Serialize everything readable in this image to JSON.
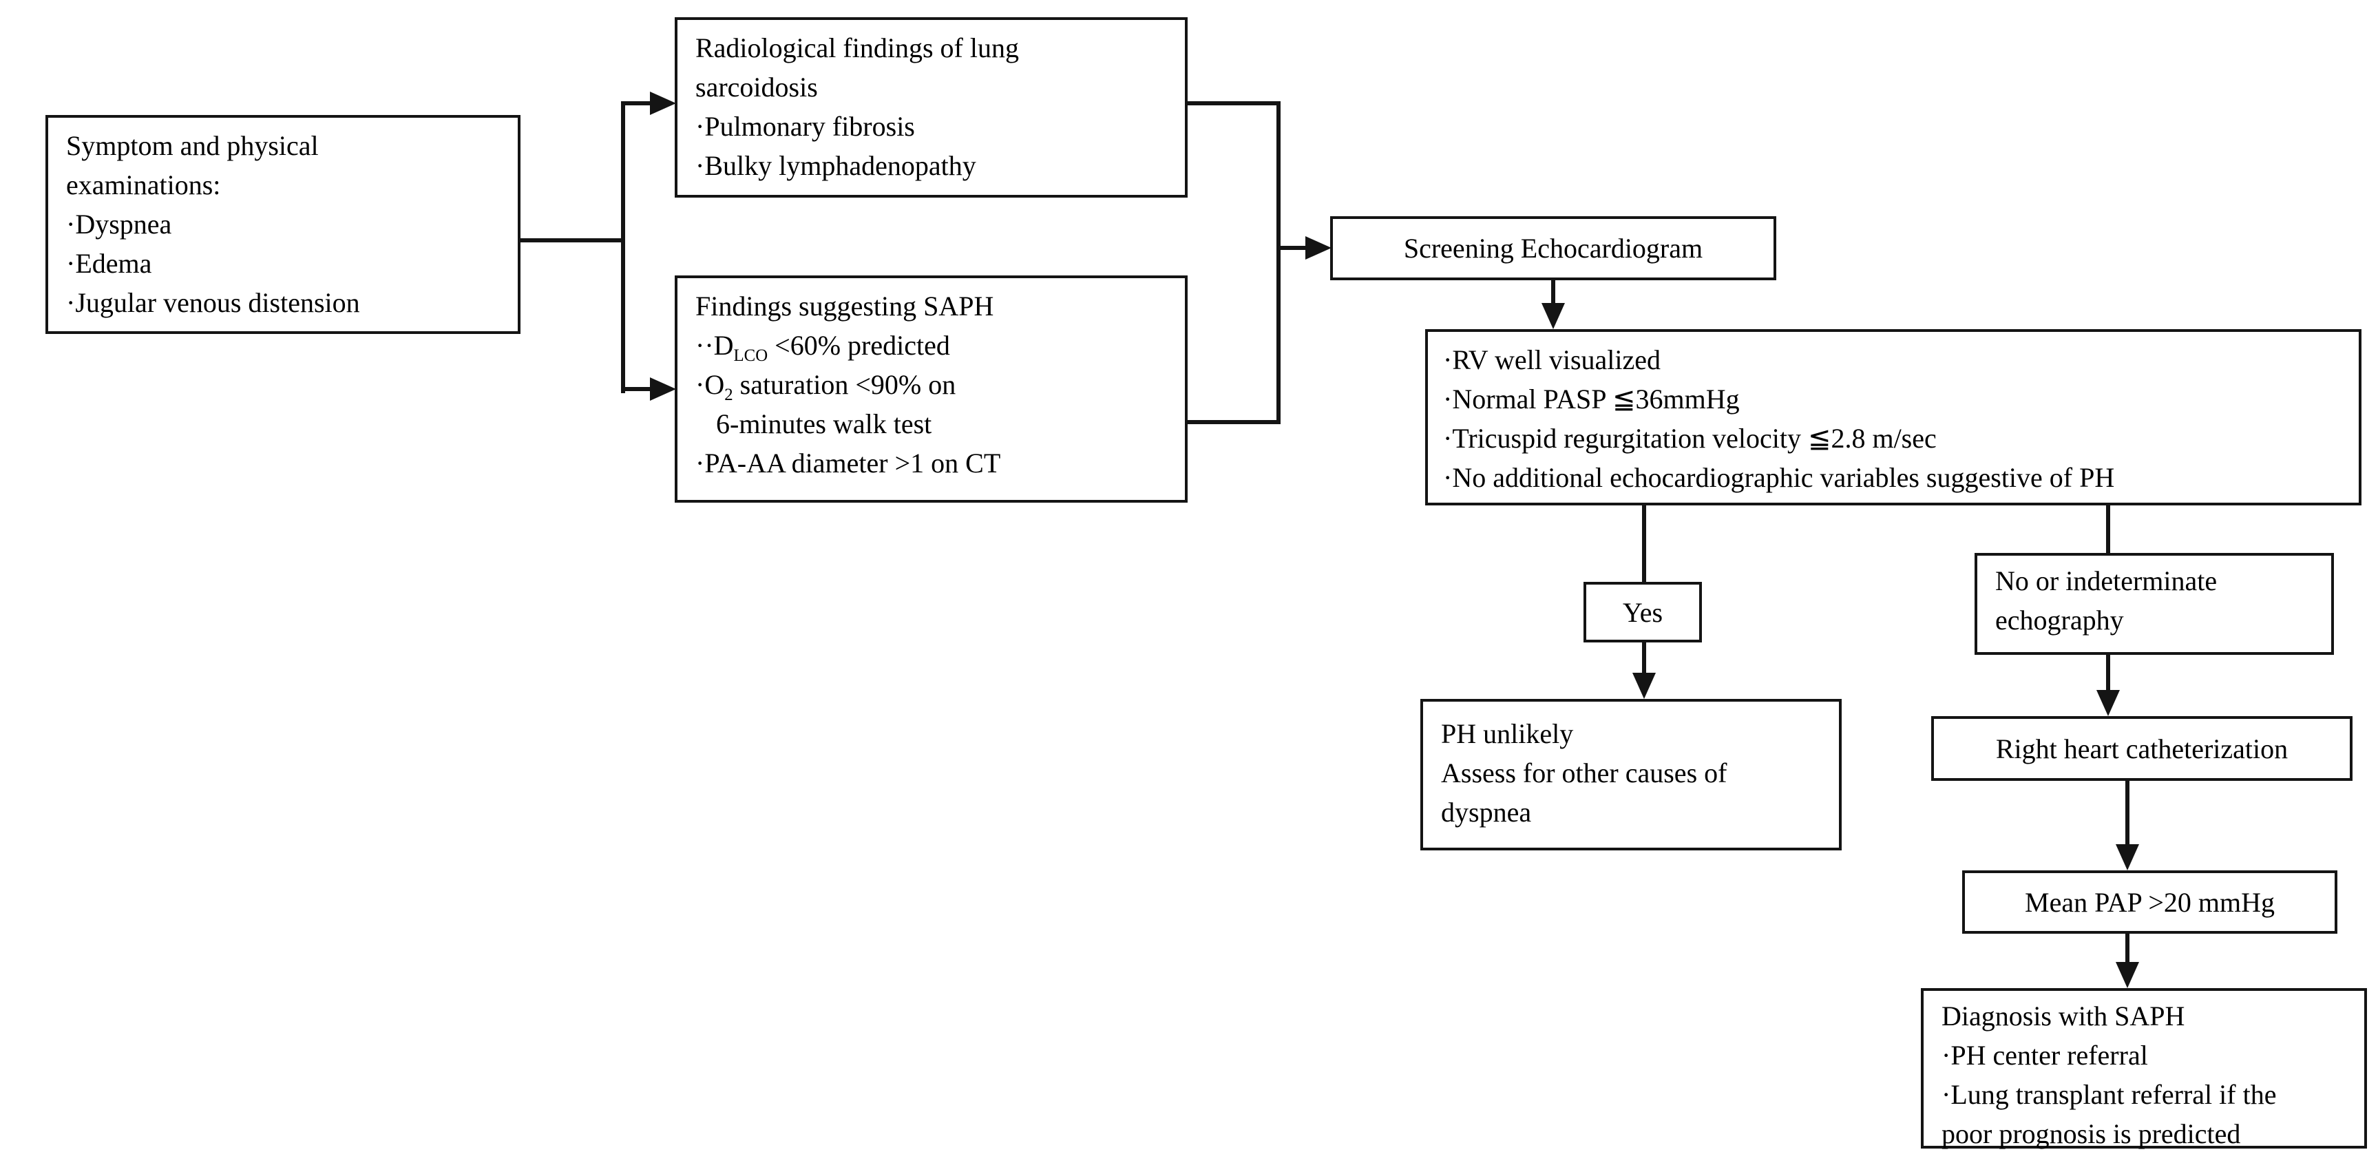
{
  "colors": {
    "line": "#141414",
    "background": "#ffffff",
    "text": "#000000"
  },
  "boxes": {
    "symptoms": {
      "lines": [
        "Symptom and physical",
        "examinations:",
        "·Dyspnea",
        "·Edema",
        "·Jugular venous distension"
      ]
    },
    "radiological": {
      "lines": [
        "Radiological findings of lung",
        "sarcoidosis",
        "·Pulmonary fibrosis",
        "·Bulky lymphadenopathy"
      ]
    },
    "saph_findings": {
      "lines": [
        "Findings suggesting SAPH",
        "··D~LCO~ <60% predicted",
        "·O~2~ saturation <90% on",
        "   6-minutes walk test",
        "·PA-AA diameter >1 on CT"
      ]
    },
    "screening_echo": {
      "lines": [
        "Screening Echocardiogram"
      ]
    },
    "echo_criteria": {
      "lines": [
        "·RV well visualized",
        "·Normal PASP ≦36mmHg",
        "·Tricuspid regurgitation velocity ≦2.8 m/sec",
        "·No additional echocardiographic variables suggestive of PH"
      ]
    },
    "yes_branch": {
      "lines": [
        "Yes"
      ]
    },
    "no_branch": {
      "lines": [
        "No or indeterminate",
        "echography"
      ]
    },
    "ph_unlikely": {
      "lines": [
        "PH unlikely",
        "Assess for other causes of",
        "dyspnea"
      ]
    },
    "rhc": {
      "lines": [
        "Right heart catheterization"
      ]
    },
    "mean_pap": {
      "lines": [
        "Mean PAP >20 mmHg"
      ]
    },
    "diagnosis": {
      "lines": [
        "Diagnosis with SAPH",
        "·PH center referral",
        "·Lung transplant referral if the",
        "poor prognosis is predicted"
      ]
    }
  }
}
